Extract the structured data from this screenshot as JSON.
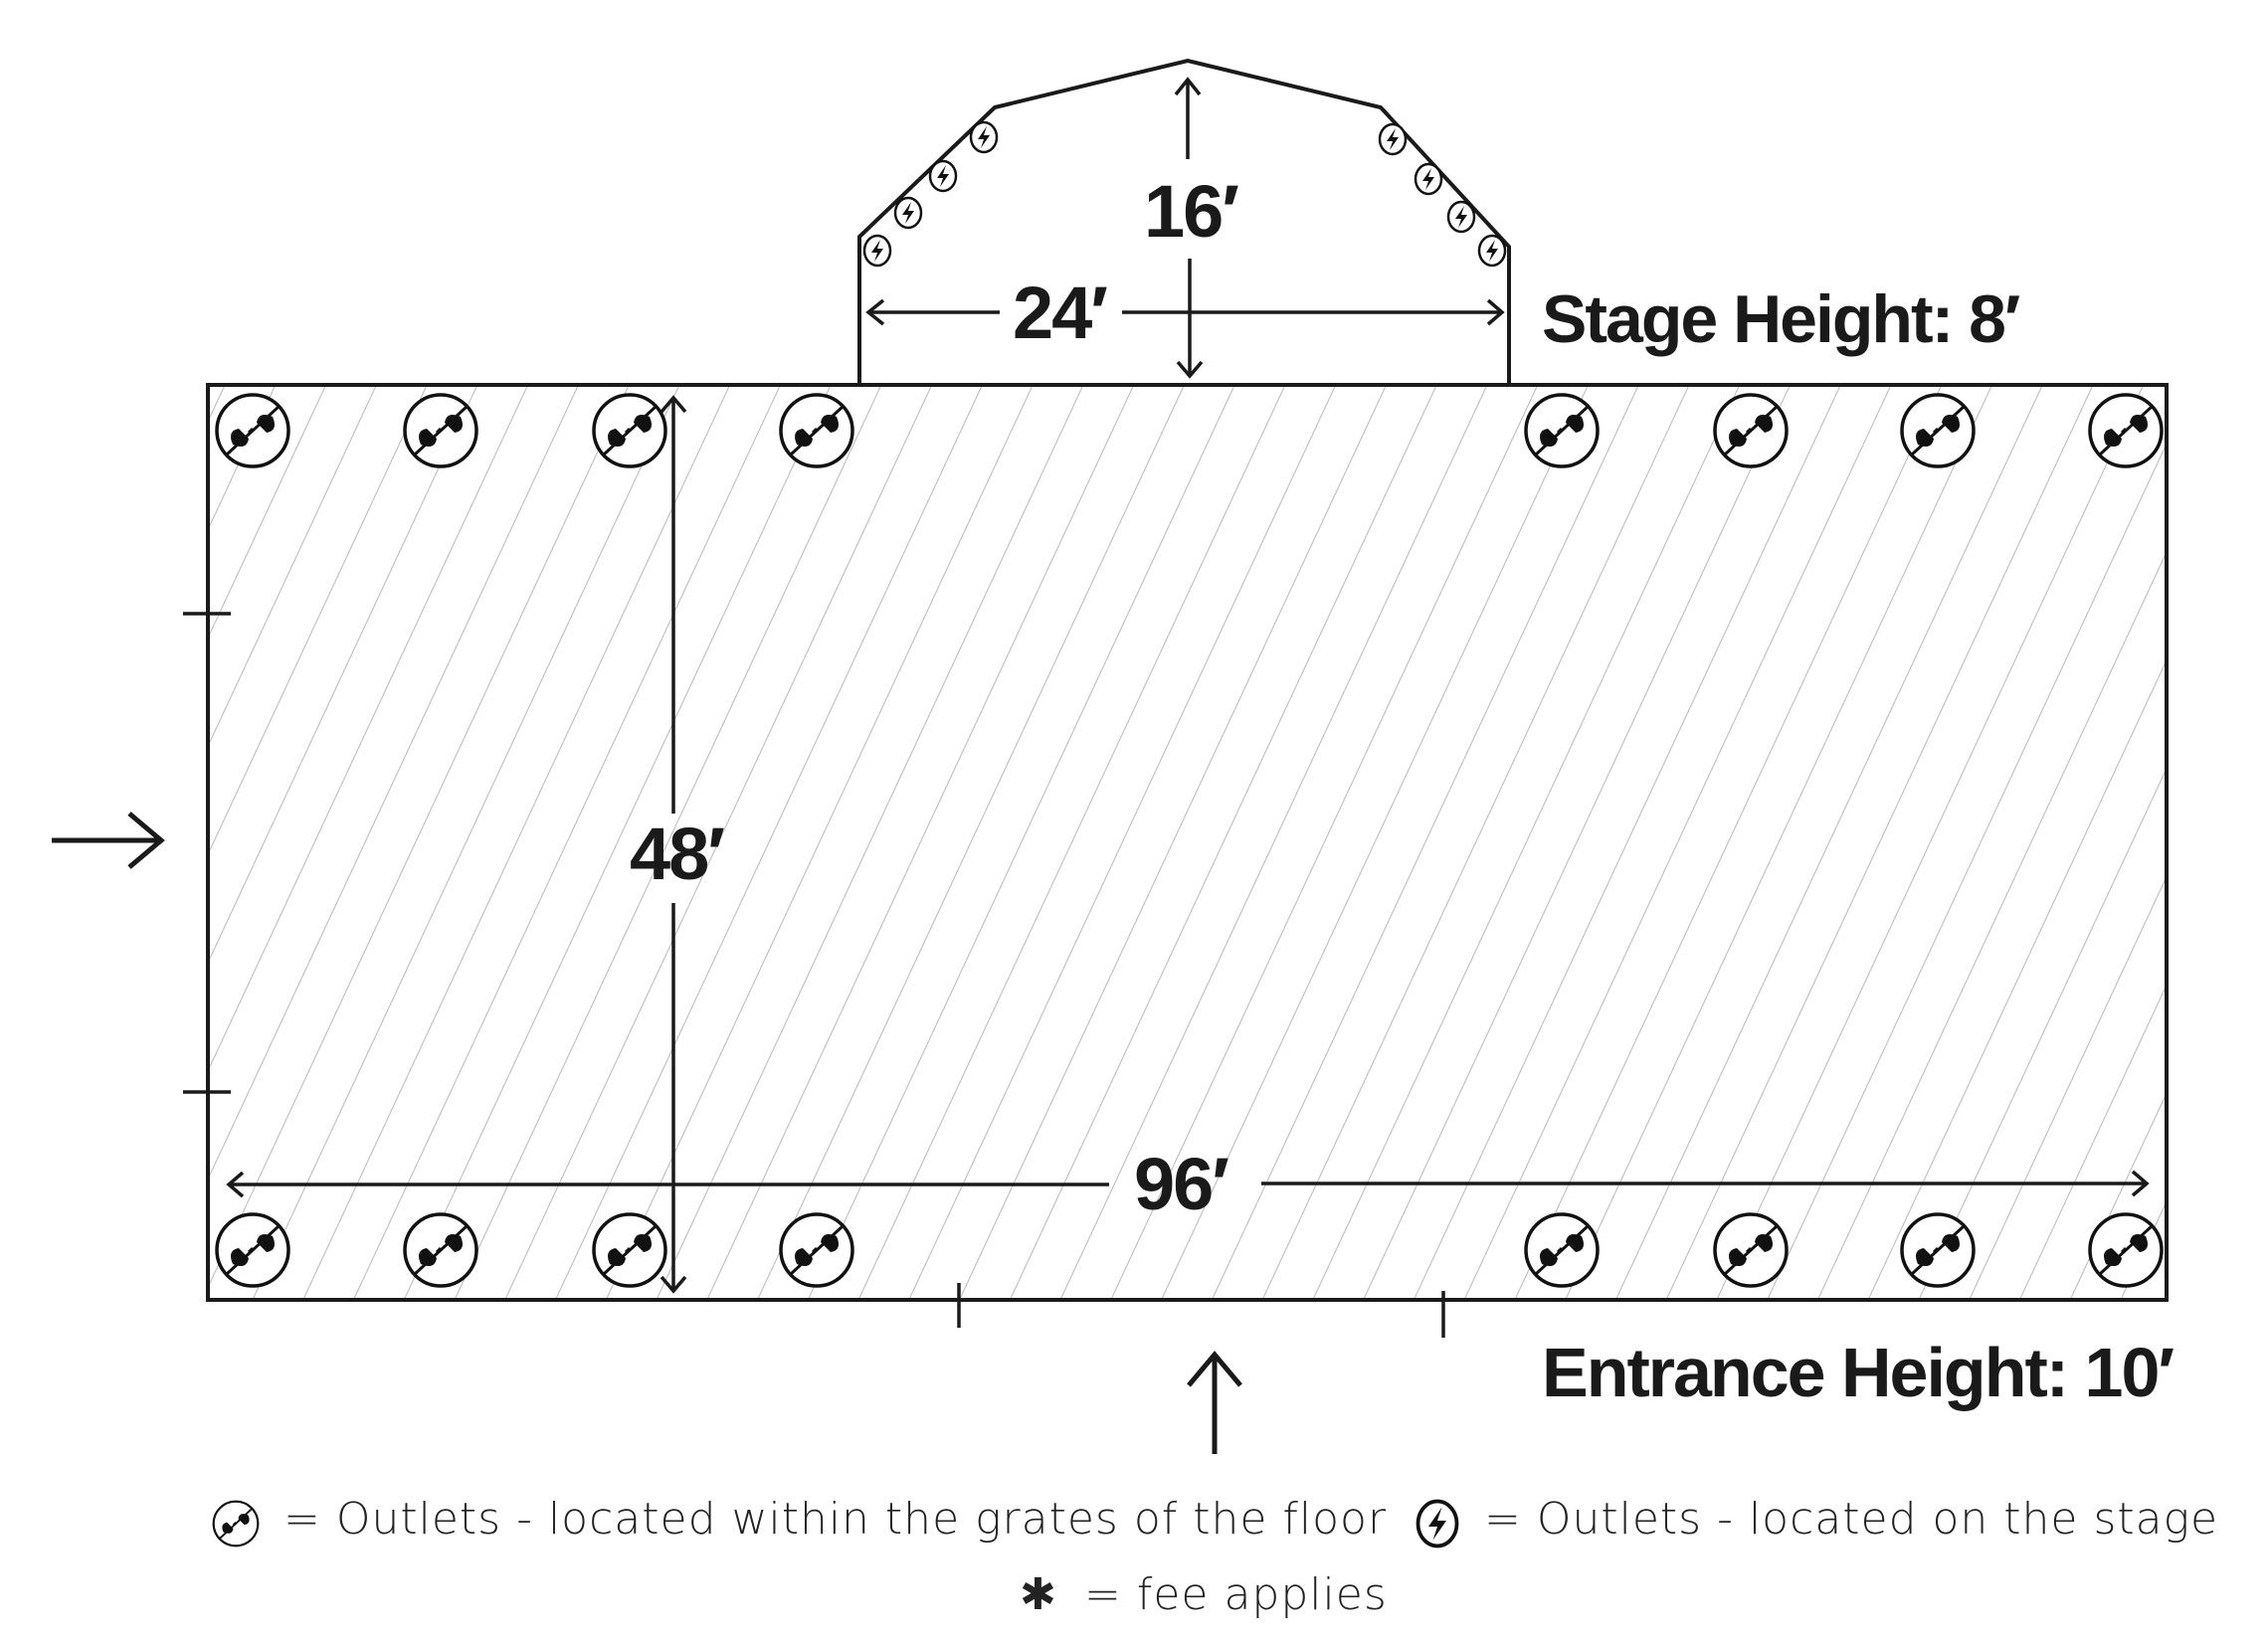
{
  "diagram": {
    "stage": {
      "depth_label": "16′",
      "width_label": "24′",
      "height_label": "Stage Height: 8′"
    },
    "floor": {
      "length_label": "96′",
      "width_label": "48′",
      "entrance_label": "Entrance Height: 10′"
    },
    "outlets": {
      "floor_x": [
        254,
        443,
        633,
        821,
        1570,
        1760,
        1948,
        2137
      ],
      "floor_rows_y": [
        433,
        1257
      ],
      "stage_count": 8
    }
  },
  "legend": {
    "floor_outlets": "= Outlets - located within the grates of the floor",
    "stage_outlets": "= Outlets - located on the stage",
    "fee": "= fee applies",
    "fee_symbol": "✱"
  },
  "colors": {
    "line": "#1a1a1a",
    "hatch": "#b8b8b8"
  }
}
